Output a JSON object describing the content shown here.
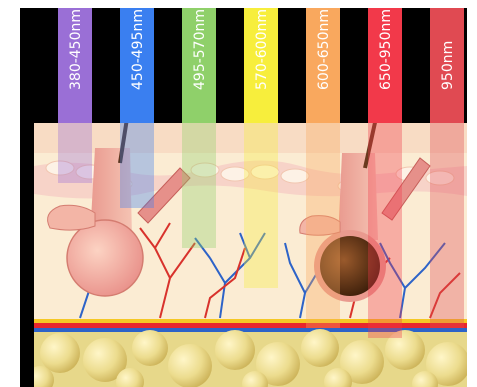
{
  "diagram": {
    "bands": [
      {
        "label": "380-450nm",
        "color": "#9a6fd6"
      },
      {
        "label": "450-495nm",
        "color": "#3a7ff0"
      },
      {
        "label": "495-570nm",
        "color": "#8fd06a"
      },
      {
        "label": "570-600nm",
        "color": "#f7ee3c"
      },
      {
        "label": "600-650nm",
        "color": "#f9a85e"
      },
      {
        "label": "650-950nm",
        "color": "#f2394a"
      },
      {
        "label": "950nm",
        "color": "#e04a52"
      }
    ],
    "layers": {
      "background": "#000000",
      "epidermis": "#f8dcc4",
      "dermis": "#fbecd3",
      "fat": "#e7d88a",
      "artery": "#e8262c",
      "vein": "#2d63c8",
      "nerve": "#f5c824"
    }
  }
}
